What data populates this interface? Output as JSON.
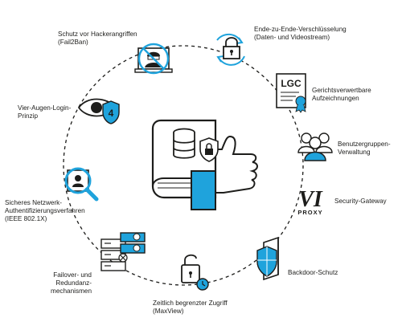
{
  "colors": {
    "accent": "#1fa3dc",
    "ink": "#1d1d1b",
    "line": "#1d1d1b"
  },
  "center": {
    "icon": "book-thumbs-up-with-database-lock"
  },
  "features": [
    {
      "id": "fail2ban",
      "label": "Schutz vor Hackerangriffen\n(Fail2Ban)",
      "icon": "hacker-blocked-icon"
    },
    {
      "id": "e2e",
      "label": "Ende-zu-Ende-Verschlüsselung\n(Daten- und Videostream)",
      "icon": "padlock-sync-icon"
    },
    {
      "id": "records",
      "label": "Gerichtsverwertbare\nAufzeichnungen",
      "icon": "lgc-certificate-icon"
    },
    {
      "id": "groups",
      "label": "Benutzergruppen-\nVerwaltung",
      "icon": "user-group-icon"
    },
    {
      "id": "gateway",
      "label": "Security-Gateway",
      "icon": "vi-proxy-logo"
    },
    {
      "id": "backdoor",
      "label": "Backdoor-Schutz",
      "icon": "door-shield-icon"
    },
    {
      "id": "maxview",
      "label": "Zeitlich begrenzter Zugriff\n(MaxView)",
      "icon": "timed-lock-icon"
    },
    {
      "id": "failover",
      "label": "Failover- und\nRedundanz-\nmechanismen",
      "icon": "server-failover-icon"
    },
    {
      "id": "ieee",
      "label": "Sicheres Netzwerk-\nAuthentifizierungsverfahren\n(IEEE 802.1X)",
      "icon": "magnifier-id-icon"
    },
    {
      "id": "foureyes",
      "label": "Vier-Augen-Login-\nPrinzip",
      "icon": "eye-four-icon"
    }
  ],
  "logo_texts": {
    "lgc": "LGC",
    "vi": "VI",
    "proxy": "PROXY",
    "four": "4"
  }
}
